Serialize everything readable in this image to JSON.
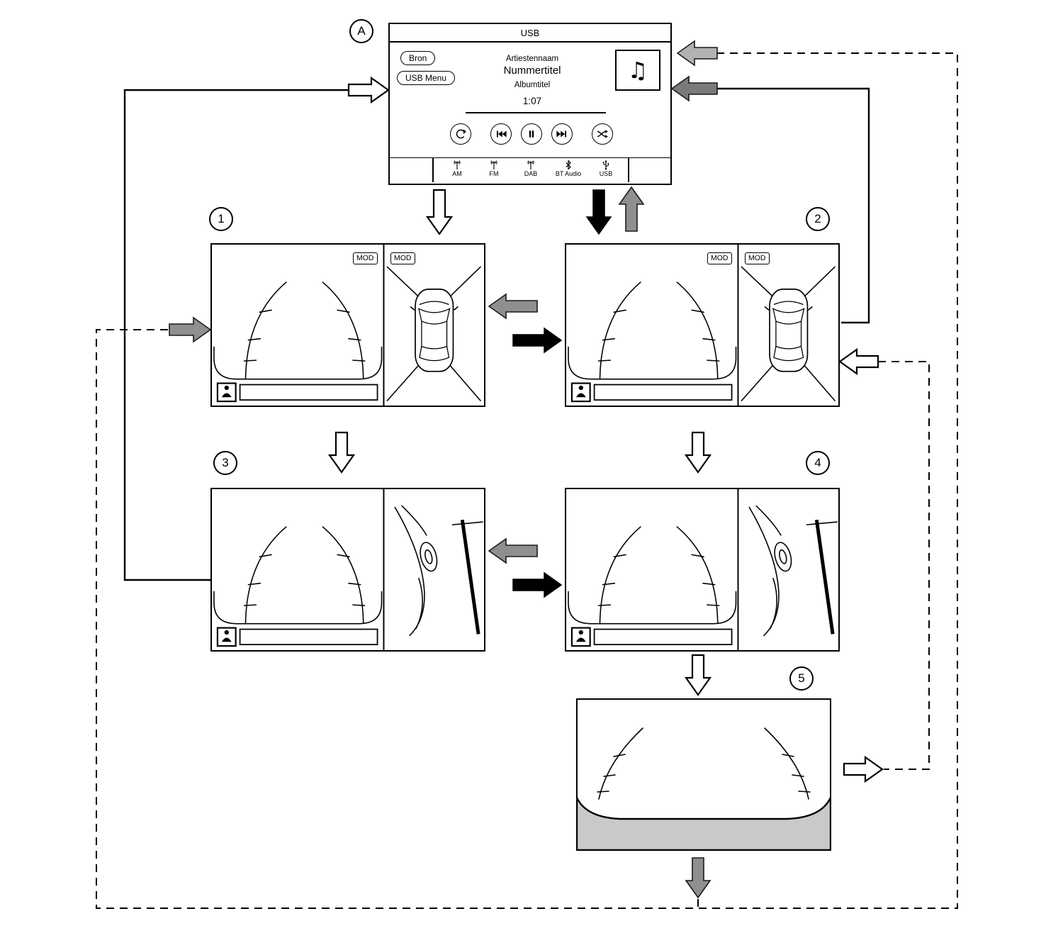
{
  "labels": {
    "screen_a": "A",
    "screen_1": "1",
    "screen_2": "2",
    "screen_3": "3",
    "screen_4": "4",
    "screen_5": "5"
  },
  "audio": {
    "title": "USB",
    "source_button": "Bron",
    "menu_button": "USB Menu",
    "artist": "Artiestennaam",
    "track": "Nummertitel",
    "album": "Albumtitel",
    "elapsed_time": "1:07",
    "album_art_glyph": "♫",
    "tabs": [
      {
        "label": "AM"
      },
      {
        "label": "FM"
      },
      {
        "label": "DAB"
      },
      {
        "label": "BT Audio"
      },
      {
        "label": "USB"
      }
    ]
  },
  "camera": {
    "mod_badge": "MOD"
  },
  "colors": {
    "arrow_white": "#ffffff",
    "arrow_gray_light": "#b2b2b2",
    "arrow_gray": "#8f8f8f",
    "arrow_gray_dark": "#7a7a7a",
    "arrow_black": "#000000",
    "bumper_gray": "#c9c9c9"
  }
}
